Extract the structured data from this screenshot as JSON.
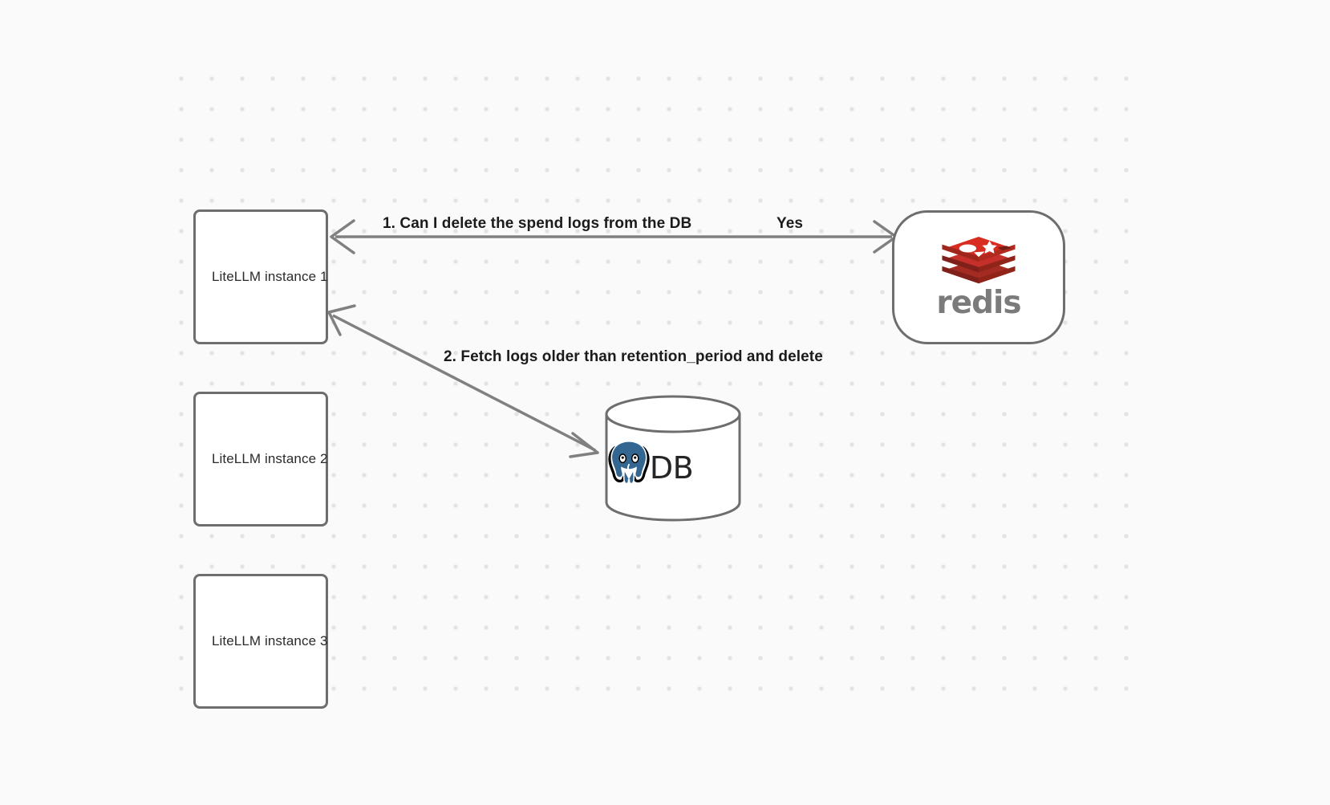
{
  "canvas": {
    "background_color": "#fafafa",
    "grid_dot_color": "#e3e3e3",
    "node_border_color": "#6e6e6e",
    "edge_color": "#808080",
    "accent_redis": "#d82c20",
    "accent_postgres": "#336791"
  },
  "nodes": [
    {
      "id": "litellm-instance-1",
      "label": "LiteLLM instance 1",
      "shape": "rounded-rect"
    },
    {
      "id": "litellm-instance-2",
      "label": "LiteLLM instance 2",
      "shape": "rounded-rect"
    },
    {
      "id": "litellm-instance-3",
      "label": "LiteLLM instance 3",
      "shape": "rounded-rect"
    },
    {
      "id": "redis",
      "label": "redis",
      "shape": "stadium",
      "icon": "redis-logo-icon"
    },
    {
      "id": "database",
      "label": "DB",
      "shape": "cylinder",
      "icon": "postgresql-elephant-icon"
    }
  ],
  "sidebar": {},
  "edges": [
    {
      "id": "edge-1",
      "from": "litellm-instance-1",
      "to": "redis",
      "label": "1.  Can I delete the spend logs from the DB",
      "reply_label": "Yes",
      "arrowheads": "both"
    },
    {
      "id": "edge-2",
      "from": "litellm-instance-1",
      "to": "database",
      "label": "2.  Fetch logs older than retention_period and delete",
      "arrowheads": "both"
    }
  ],
  "labels": {
    "instance_1": "LiteLLM instance 1",
    "instance_2": "LiteLLM instance 2",
    "instance_3": "LiteLLM instance 3",
    "redis_wordmark": "redis",
    "db_text": "DB",
    "edge_1_question": "1.  Can I delete the spend logs from the DB",
    "edge_1_answer": "Yes",
    "edge_2_action": "2.  Fetch logs older than retention_period and delete"
  }
}
